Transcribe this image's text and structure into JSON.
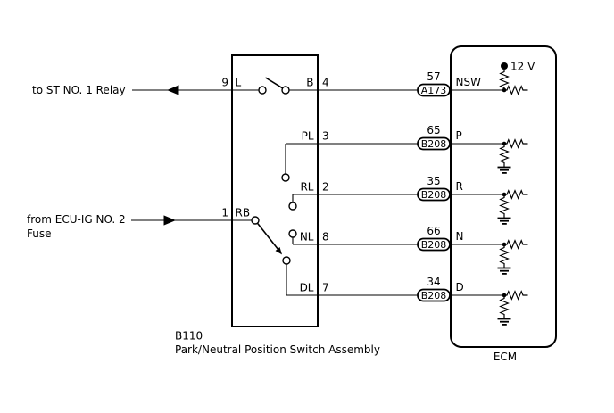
{
  "colors": {
    "line": "#000000",
    "background": "#ffffff"
  },
  "labels": {
    "st_relay": "to ST NO. 1 Relay",
    "ecu_ig_line1": "from ECU-IG NO. 2",
    "ecu_ig_line2": "Fuse"
  },
  "switch_assembly": {
    "code": "B110",
    "name": "Park/Neutral Position Switch Assembly",
    "pins": [
      {
        "outer": "9",
        "inner": "L"
      },
      {
        "inner": "B",
        "outer": "4"
      },
      {
        "inner": "PL",
        "outer": "3"
      },
      {
        "inner": "RL",
        "outer": "2"
      },
      {
        "inner": "NL",
        "outer": "8"
      },
      {
        "inner": "DL",
        "outer": "7"
      },
      {
        "outer": "1",
        "inner": "RB"
      }
    ]
  },
  "rows": [
    {
      "terminal": "57",
      "connector": "A173",
      "ecm_pin": "NSW"
    },
    {
      "terminal": "65",
      "connector": "B208",
      "ecm_pin": "P"
    },
    {
      "terminal": "35",
      "connector": "B208",
      "ecm_pin": "R"
    },
    {
      "terminal": "66",
      "connector": "B208",
      "ecm_pin": "N"
    },
    {
      "terminal": "34",
      "connector": "B208",
      "ecm_pin": "D"
    }
  ],
  "ecm": {
    "label": "ECM",
    "supply": "12 V"
  }
}
